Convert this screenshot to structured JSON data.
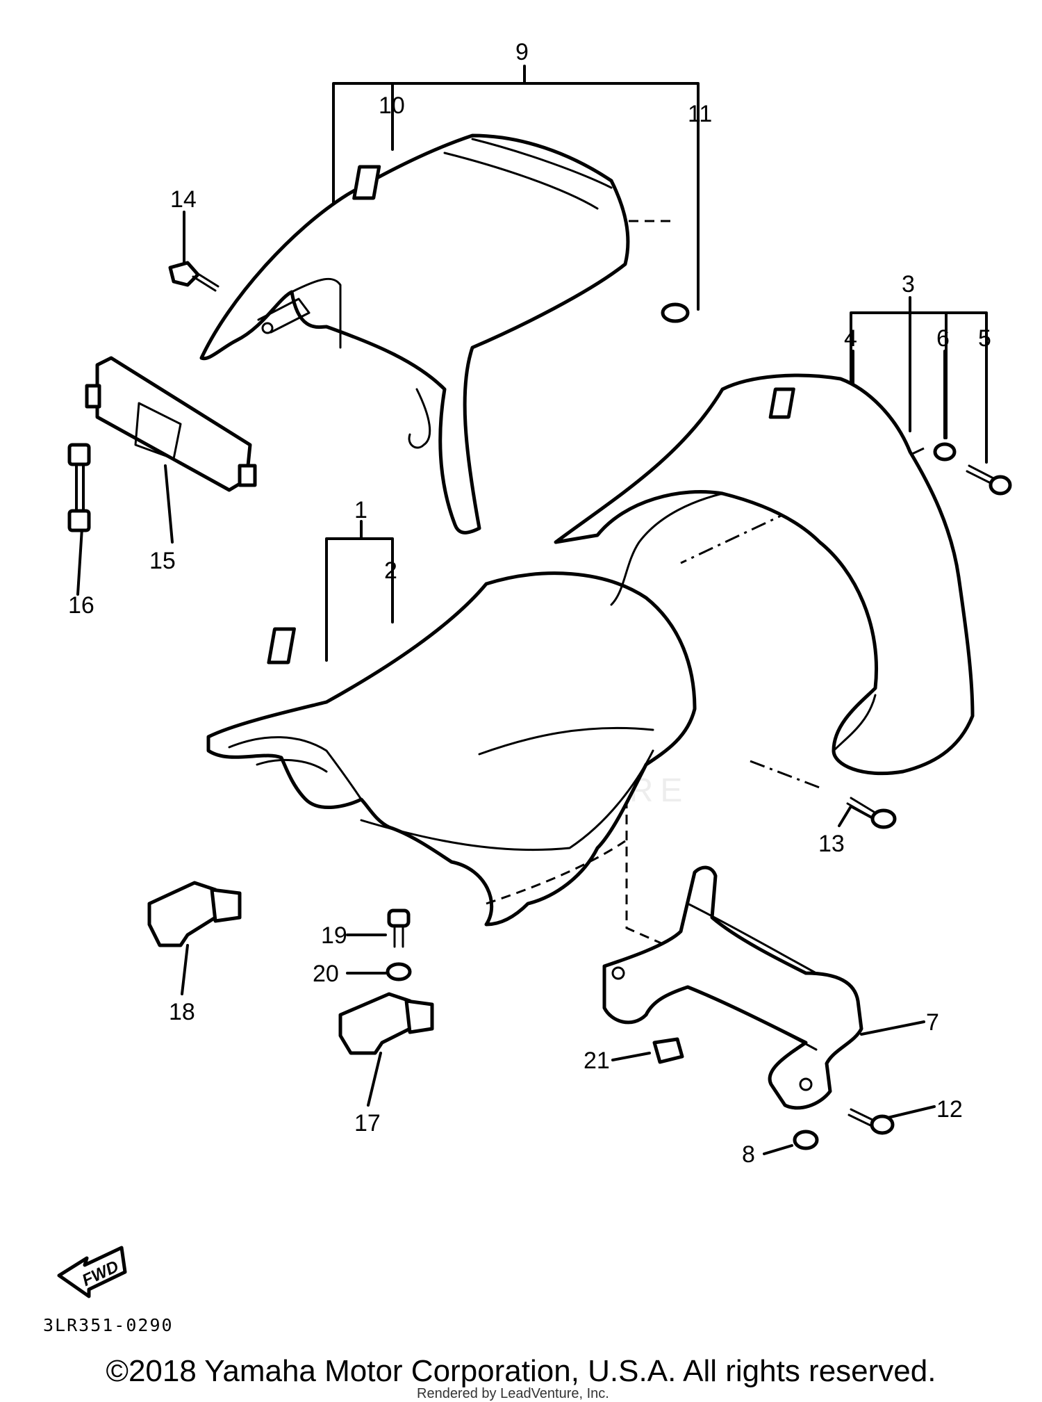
{
  "diagram": {
    "callouts": [
      {
        "id": "c1",
        "label": "1"
      },
      {
        "id": "c2",
        "label": "2"
      },
      {
        "id": "c3",
        "label": "3"
      },
      {
        "id": "c4",
        "label": "4"
      },
      {
        "id": "c5",
        "label": "5"
      },
      {
        "id": "c6",
        "label": "6"
      },
      {
        "id": "c7",
        "label": "7"
      },
      {
        "id": "c8",
        "label": "8"
      },
      {
        "id": "c9",
        "label": "9"
      },
      {
        "id": "c10",
        "label": "10"
      },
      {
        "id": "c11",
        "label": "11"
      },
      {
        "id": "c12",
        "label": "12"
      },
      {
        "id": "c13",
        "label": "13"
      },
      {
        "id": "c14",
        "label": "14"
      },
      {
        "id": "c15",
        "label": "15"
      },
      {
        "id": "c16",
        "label": "16"
      },
      {
        "id": "c17",
        "label": "17"
      },
      {
        "id": "c18",
        "label": "18"
      },
      {
        "id": "c19",
        "label": "19"
      },
      {
        "id": "c20",
        "label": "20"
      },
      {
        "id": "c21",
        "label": "21"
      }
    ],
    "fwd_label": "FWD",
    "diagram_code": "3LR351-0290"
  },
  "footer": {
    "copyright": "©2018 Yamaha Motor Corporation, U.S.A. All rights reserved.",
    "rendered_by": "Rendered by LeadVenture, Inc."
  },
  "watermark": {
    "logo_text": "LEADVENTURE"
  }
}
